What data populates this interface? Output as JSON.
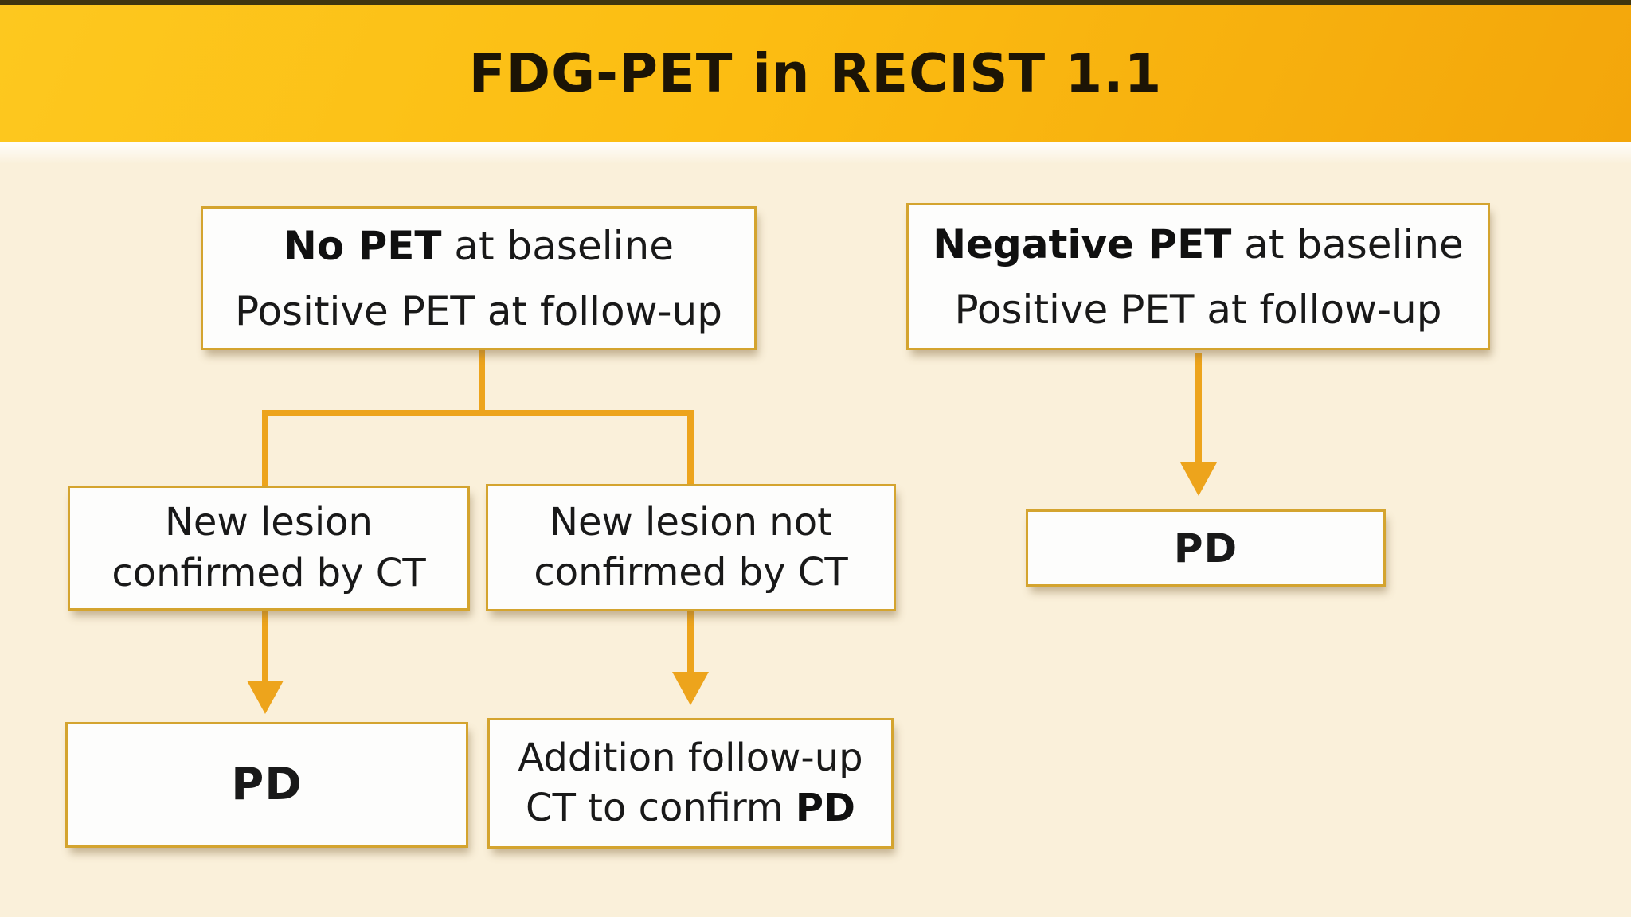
{
  "title": "FDG-PET in RECIST 1.1",
  "colors": {
    "banner_top": "#fdc81f",
    "banner_bottom": "#f3a60b",
    "banner_top_strip": "#3f350f",
    "background": "#faf0da",
    "connector": "#eda41c",
    "node_border": "#d4a42f",
    "node_background": "#fdfdfc",
    "text": "#191919"
  },
  "nodes": {
    "no_pet": {
      "line1_bold": "No PET",
      "line1_rest": " at baseline",
      "line2": "Positive PET at follow-up"
    },
    "negative_pet": {
      "line1_bold": "Negative PET",
      "line1_rest": " at baseline",
      "line2": "Positive PET at follow-up"
    },
    "lesion_confirmed": {
      "text": "New lesion confirmed by CT"
    },
    "lesion_not_confirmed": {
      "text": "New lesion not confirmed by CT"
    },
    "pd_left": {
      "text": "PD"
    },
    "addition_ct": {
      "text_rest": "Addition follow-up CT to confirm ",
      "text_bold": "PD"
    },
    "pd_right": {
      "text": "PD"
    }
  }
}
